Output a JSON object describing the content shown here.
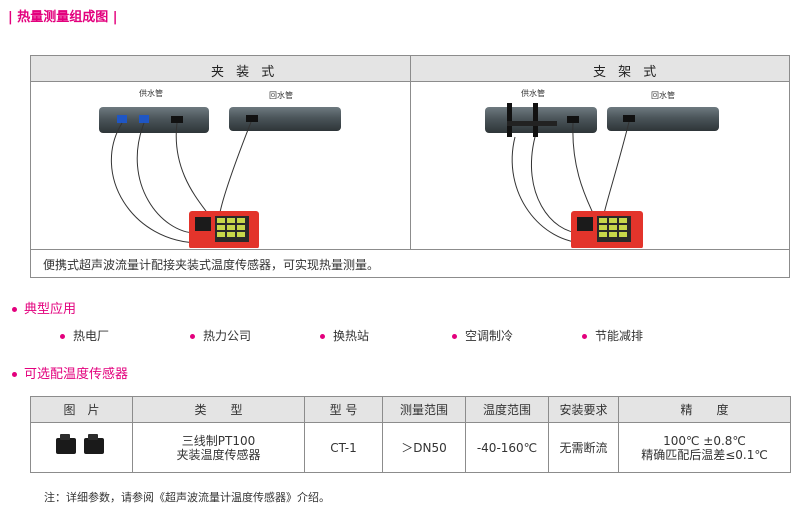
{
  "page_title": "| 热量测量组成图 |",
  "diagram": {
    "left_label": "夹 装 式",
    "right_label": "支 架 式",
    "supply_pipe_label": "供水管",
    "return_pipe_label": "回水管",
    "caption": "便携式超声波流量计配接夹装式温度传感器，可实现热量测量。",
    "meter_color": "#e3342b"
  },
  "applications": {
    "title": "典型应用",
    "items": [
      "热电厂",
      "热力公司",
      "换热站",
      "空调制冷",
      "节能减排"
    ]
  },
  "sensors": {
    "title": "可选配温度传感器",
    "headers": [
      "图　片",
      "类　　型",
      "型 号",
      "测量范围",
      "温度范围",
      "安装要求",
      "精　　度"
    ],
    "row": {
      "type_line1": "三线制PT100",
      "type_line2": "夹装温度传感器",
      "model": "CT-1",
      "range": "＞DN50",
      "temp_range": "-40-160℃",
      "install": "无需断流",
      "accuracy_line1": "100℃ ±0.8℃",
      "accuracy_line2": "精确匹配后温差≤0.1℃"
    }
  },
  "note": "注：详细参数，请参阅《超声波流量计温度传感器》介绍。",
  "accent_color": "#e3007d"
}
